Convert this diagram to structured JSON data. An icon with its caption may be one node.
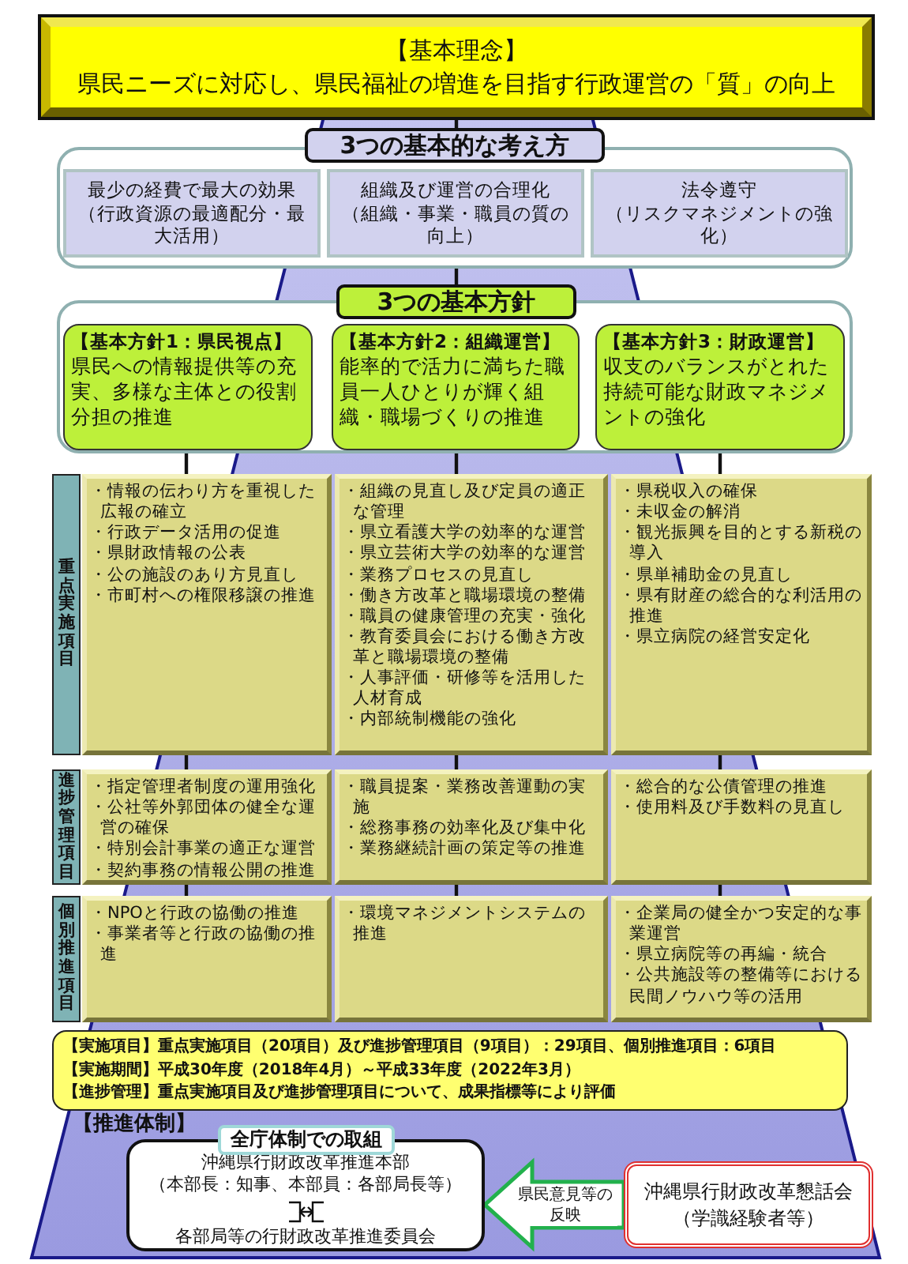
{
  "diagram": {
    "nodes": [
      {
        "text": [
          "【基本理念】",
          "県民ニーズに対応し、県民福祉の増進を目指す行政運営の「質」の向上"
        ]
      },
      {
        "text": [
          "3つの基本的な考え方"
        ]
      },
      {
        "text": [
          "最少の経費で最大の効果",
          "（行政資源の最適配分・最大活用）"
        ],
        "in": 1
      },
      {
        "text": [
          "組織及び運営の合理化",
          "（組織・事業・職員の質の向上）"
        ],
        "in": 1
      },
      {
        "text": [
          "法令遵守",
          "（リスクマネジメントの強化）"
        ],
        "in": 1
      },
      {
        "text": [
          "3つの基本方針"
        ]
      },
      {
        "text": [
          "【基本方針1：県民視点】",
          "県民への情報提供等の充実、多様な主体との役割分担の推進"
        ],
        "in": 5
      },
      {
        "text": [
          "【基本方針2：組織運営】",
          "能率的で活力に満ちた職員一人ひとりが輝く組織・職場づくりの推進"
        ],
        "in": 5
      },
      {
        "text": [
          "【基本方針3：財政運営】",
          "収支のバランスがとれた持続可能な財政マネジメントの強化"
        ],
        "in": 5
      },
      {
        "text": [
          "重点実施項目"
        ]
      },
      {
        "text": [
          "・情報の伝わり方を重視した広報の確立",
          "・行政データ活用の促進",
          "・県財政情報の公表",
          "・公の施設のあり方見直し",
          "・市町村への権限移譲の推進"
        ]
      },
      {
        "text": [
          "・組織の見直し及び定員の適正な管理",
          "・県立看護大学の効率的な運営",
          "・県立芸術大学の効率的な運営",
          "・業務プロセスの見直し",
          "・働き方改革と職場環境の整備",
          "・職員の健康管理の充実・強化",
          "・教育委員会における働き方改革と職場環境の整備",
          "・人事評価・研修等を活用した人材育成",
          "・内部統制機能の強化"
        ]
      },
      {
        "text": [
          "・県税収入の確保",
          "・未収金の解消",
          "・観光振興を目的とする新税の導入",
          "・県単補助金の見直し",
          "・県有財産の総合的な利活用の推進",
          "・県立病院の経営安定化"
        ]
      },
      {
        "text": [
          "進捗管理項目"
        ]
      },
      {
        "text": [
          "・指定管理者制度の運用強化",
          "・公社等外郭団体の健全な運営の確保",
          "・特別会計事業の適正な運営",
          "・契約事務の情報公開の推進"
        ]
      },
      {
        "text": [
          "・職員提案・業務改善運動の実施",
          "・総務事務の効率化及び集中化",
          "・業務継続計画の策定等の推進"
        ]
      },
      {
        "text": [
          "・総合的な公債管理の推進",
          "・使用料及び手数料の見直し"
        ]
      },
      {
        "text": [
          "個別推進項目"
        ]
      },
      {
        "text": [
          "・NPOと行政の協働の推進",
          "・事業者等と行政の協働の推進"
        ]
      },
      {
        "text": [
          "・環境マネジメントシステムの推進"
        ]
      },
      {
        "text": [
          "・企業局の健全かつ安定的な事業運営",
          "・県立病院等の再編・統合",
          "・公共施設等の整備等における民間ノウハウ等の活用"
        ]
      },
      {
        "text": [
          "【実施項目】重点実施項目（20項目）及び進捗管理項目（9項目）：29項目、個別推進項目：6項目",
          "【実施期間】平成30年度（2018年4月）～平成33年度（2022年3月）",
          "【進捗管理】重点実施項目及び進捗管理項目について、成果指標等により評価"
        ]
      },
      {
        "text": [
          "全庁体制での取組"
        ]
      },
      {
        "text": [
          "沖縄県行財政改革推進本部",
          "（本部長：知事、本部員：各部局長等）",
          "各部局等の行財政改革推進委員会"
        ]
      },
      {
        "text": [
          "沖縄県行財政改革懇話会",
          "（学識経験者等）"
        ]
      }
    ],
    "edges": [
      {
        "from": 0,
        "to": 1,
        "arrow": "none"
      },
      {
        "from": 1,
        "to": 5,
        "arrow": "none"
      },
      {
        "from": 6,
        "to": 10,
        "arrow": "none"
      },
      {
        "from": 7,
        "to": 11,
        "arrow": "none"
      },
      {
        "from": 8,
        "to": 12,
        "arrow": "none"
      },
      {
        "from": 10,
        "to": 14,
        "arrow": "none"
      },
      {
        "from": 11,
        "to": 15,
        "arrow": "none"
      },
      {
        "from": 12,
        "to": 16,
        "arrow": "none"
      },
      {
        "from": 14,
        "to": 18,
        "arrow": "none"
      },
      {
        "from": 15,
        "to": 19,
        "arrow": "none"
      },
      {
        "from": 16,
        "to": 20,
        "arrow": "none"
      },
      {
        "from": 24,
        "to": 23,
        "arrow": "to",
        "label": "県民意見等の反映",
        "style": "thick",
        "color": "#22b14c"
      }
    ],
    "labels": [
      "【推進体制】"
    ]
  }
}
